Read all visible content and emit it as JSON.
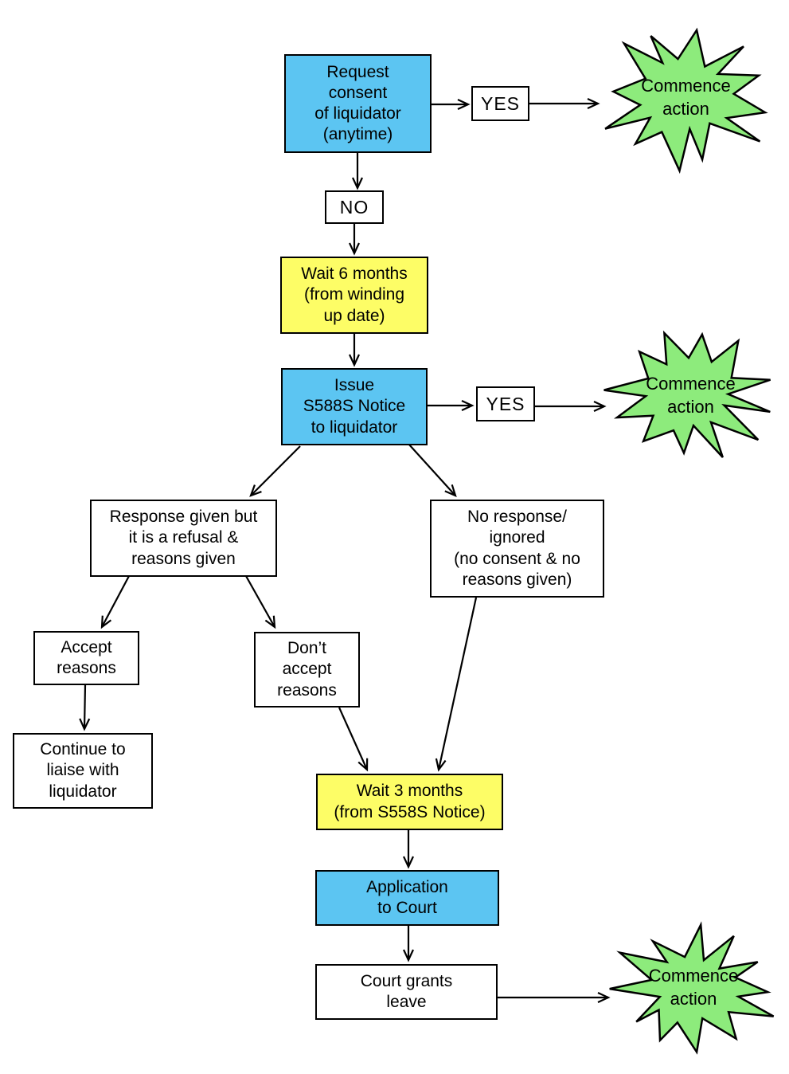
{
  "colors": {
    "process": "#5CC5F2",
    "wait": "#FDFD66",
    "outcome": "#8DEB7C",
    "border": "#000000",
    "background": "#FFFFFF"
  },
  "nodes": {
    "request_consent": {
      "label": "Request\nconsent\nof liquidator\n(anytime)"
    },
    "yes_top": {
      "label": "YES"
    },
    "commence_top": {
      "label": "Commence\naction"
    },
    "no_top": {
      "label": "NO"
    },
    "wait_6_months": {
      "label": "Wait 6 months\n(from winding\nup date)"
    },
    "issue_notice": {
      "label": "Issue\nS588S Notice\nto liquidator"
    },
    "yes_mid": {
      "label": "YES"
    },
    "commence_mid": {
      "label": "Commence\naction"
    },
    "response_refusal": {
      "label": "Response given but\nit is a refusal &\nreasons given"
    },
    "no_response": {
      "label": "No response/\nignored\n(no consent & no\nreasons given)"
    },
    "accept_reasons": {
      "label": "Accept\nreasons"
    },
    "dont_accept": {
      "label": "Don’t\naccept\nreasons"
    },
    "continue_liaise": {
      "label": "Continue to\nliaise with\nliquidator"
    },
    "wait_3_months": {
      "label": "Wait 3 months\n(from S558S Notice)"
    },
    "application_court": {
      "label": "Application\nto Court"
    },
    "court_grants_leave": {
      "label": "Court grants\nleave"
    },
    "commence_bottom": {
      "label": "Commence\naction"
    }
  }
}
